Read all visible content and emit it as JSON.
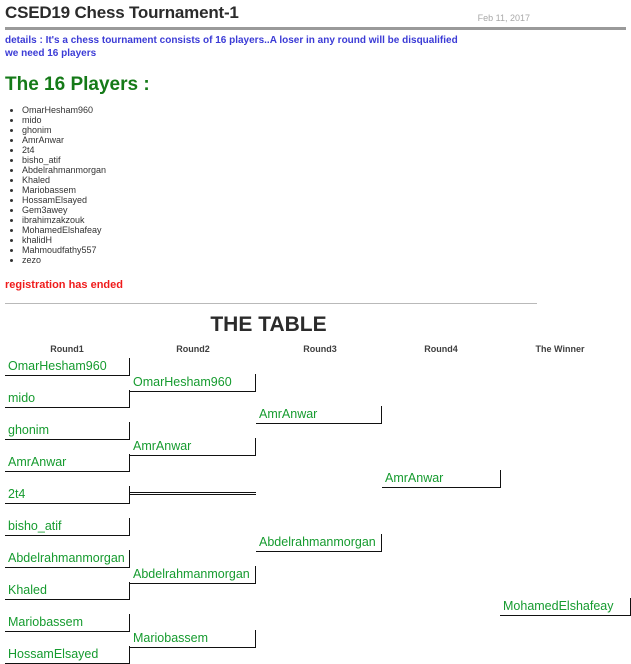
{
  "header": {
    "title": "CSED19 Chess Tournament-1",
    "date": "Feb 11, 2017"
  },
  "intro": {
    "line1": "details : It's a chess tournament consists of 16 players..A loser in any round will be disqualified",
    "line2": "we need 16 players"
  },
  "players_section": {
    "heading": "The 16 Players :",
    "players": [
      "OmarHesham960",
      "mido",
      "ghonim",
      "AmrAnwar",
      "2t4",
      "bisho_atif",
      "Abdelrahmanmorgan",
      "Khaled",
      "Mariobassem",
      "HossamElsayed",
      "Gem3awey",
      "ibrahimzakzouk",
      "MohamedElshafeay",
      "khalidH",
      "Mahmoudfathy557",
      "zezo"
    ],
    "registration_status": "registration has ended"
  },
  "table_section": {
    "title": "THE TABLE",
    "round_headers": [
      "Round1",
      "Round2",
      "Round3",
      "Round4",
      "The Winner"
    ],
    "round1": [
      "OmarHesham960",
      "mido",
      "ghonim",
      "AmrAnwar",
      "2t4",
      "bisho_atif",
      "Abdelrahmanmorgan",
      "Khaled",
      "Mariobassem",
      "HossamElsayed"
    ],
    "round2": [
      "OmarHesham960",
      "AmrAnwar",
      "",
      "Abdelrahmanmorgan",
      "Mariobassem"
    ],
    "round3": [
      "AmrAnwar",
      "Abdelrahmanmorgan"
    ],
    "round4": [
      "AmrAnwar"
    ],
    "winner": "MohamedElshafeay"
  },
  "colors": {
    "player_green": "#169b2f",
    "heading_green": "#157a18",
    "link_blue": "#3b3bd6",
    "alert_red": "#ef1b1b",
    "title_gray": "#2b2b2b",
    "date_gray": "#a8a8a8"
  }
}
